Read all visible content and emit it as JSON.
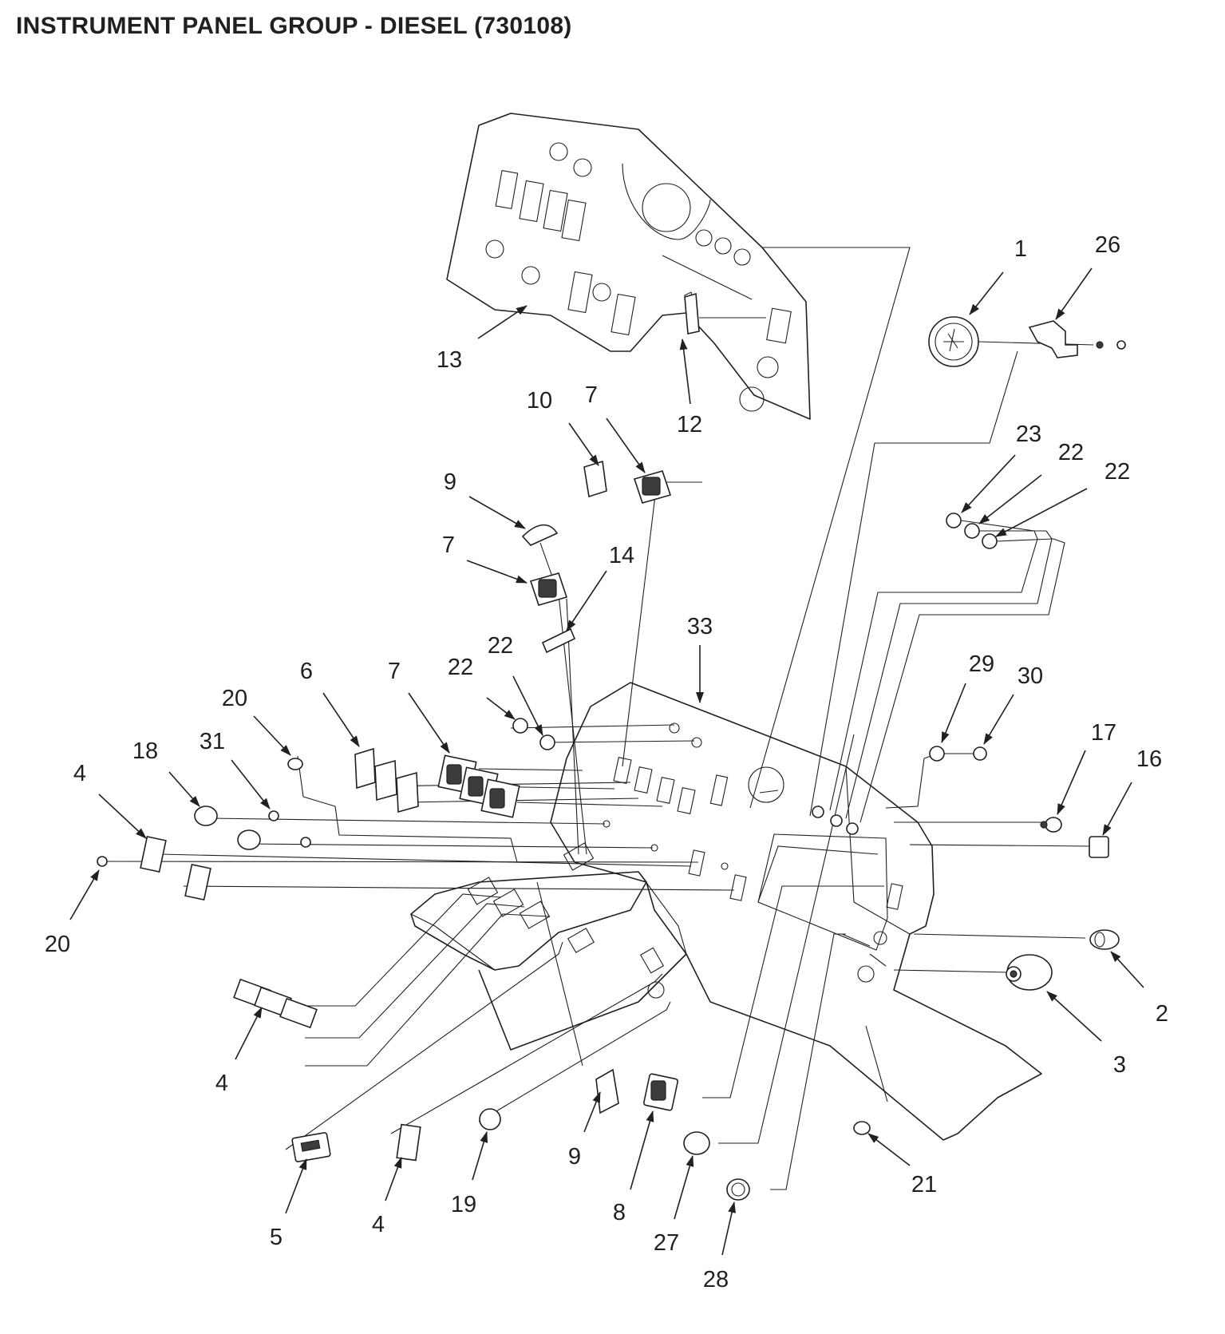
{
  "title": "INSTRUMENT PANEL GROUP - DIESEL (730108)",
  "callouts": [
    "1",
    "26",
    "13",
    "12",
    "10",
    "7",
    "9",
    "7",
    "14",
    "23",
    "22",
    "22",
    "33",
    "22",
    "22",
    "6",
    "7",
    "20",
    "31",
    "18",
    "4",
    "29",
    "30",
    "17",
    "16",
    "20",
    "2",
    "3",
    "4",
    "21",
    "5",
    "4",
    "19",
    "9",
    "8",
    "27",
    "28"
  ],
  "colors": {
    "line": "#231f20",
    "background": "#ffffff"
  }
}
